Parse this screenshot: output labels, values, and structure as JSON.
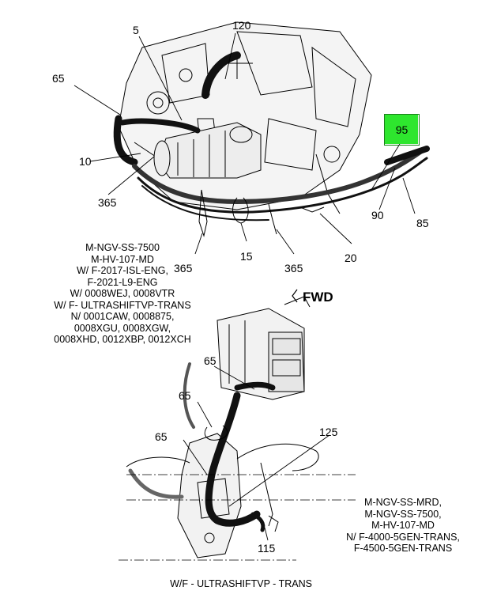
{
  "colors": {
    "highlight": "#2ee62e",
    "line": "#000000",
    "harness": "#111111"
  },
  "callouts": {
    "c5": "5",
    "c120": "120",
    "c65_top": "65",
    "c95": "95",
    "c10": "10",
    "c365_left": "365",
    "c90": "90",
    "c85": "85",
    "c365_bottom_left": "365",
    "c15": "15",
    "c365_bottom_right": "365",
    "c20": "20",
    "c65_mid_a": "65",
    "c65_mid_b": "65",
    "c65_mid_c": "65",
    "c125": "125",
    "c115": "115"
  },
  "notes": {
    "top_left": {
      "lines": [
        "M-NGV-SS-7500",
        "M-HV-107-MD",
        "W/ F-2017-ISL-ENG,",
        "F-2021-L9-ENG",
        "W/ 0008WEJ, 0008VTR",
        "W/ F- ULTRASHIFTVP-TRANS",
        "N/ 0001CAW, 0008875,",
        "0008XGU, 0008XGW,",
        "0008XHD, 0012XBP, 0012XCH"
      ]
    },
    "bottom_right": {
      "lines": [
        "M-NGV-SS-MRD,",
        "M-NGV-SS-7500,",
        "M-HV-107-MD",
        "N/ F-4000-5GEN-TRANS,",
        "F-4500-5GEN-TRANS"
      ]
    }
  },
  "fwd_label": "FWD",
  "caption": "W/F - ULTRASHIFTVP - TRANS",
  "footer": {
    "left": "",
    "right": ""
  }
}
